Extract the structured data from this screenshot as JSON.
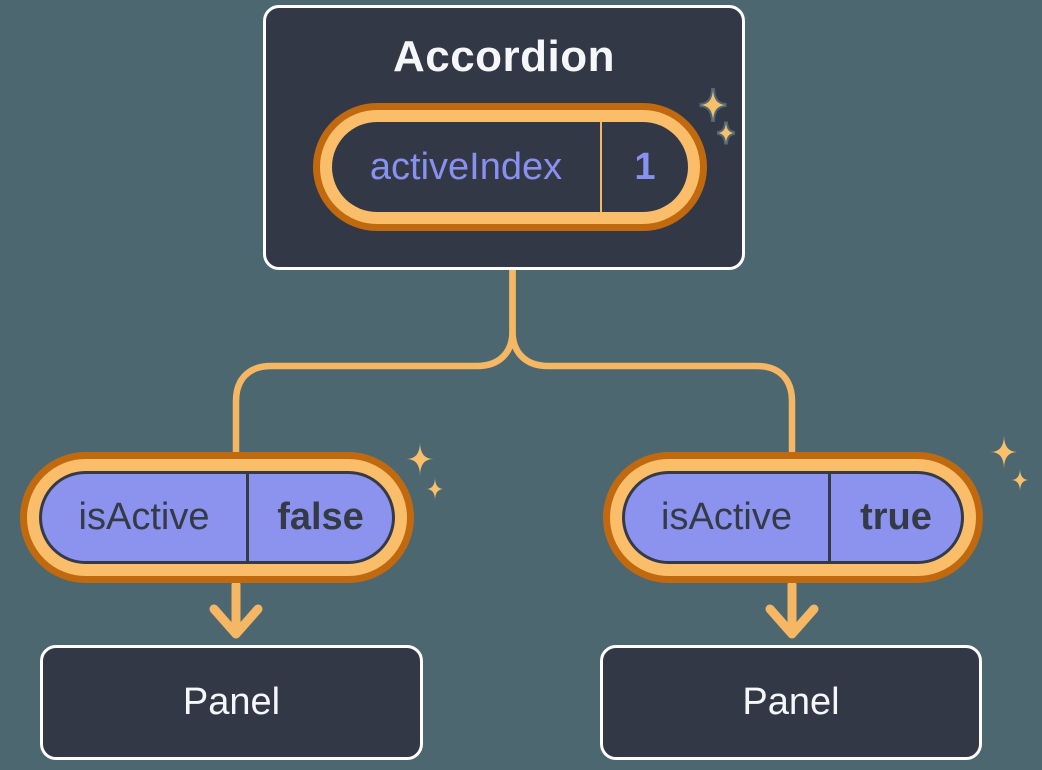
{
  "colors": {
    "background": "#4C6770",
    "node_fill": "#323845",
    "node_border": "#FFFFFF",
    "ring_outer_orange": "#C1690F",
    "ring_inner_orange": "#FABD69",
    "connector_orange": "#F5B763",
    "sparkle_orange": "#F8BF6C",
    "pill_purple": "#8C93EE",
    "purple_text": "#8890F0",
    "dark_text": "#343A46",
    "light_text": "#F5F7FA"
  },
  "accordion": {
    "title": "Accordion",
    "state": {
      "name": "activeIndex",
      "value": "1"
    }
  },
  "children": [
    {
      "prop": {
        "name": "isActive",
        "value": "false"
      },
      "panel_label": "Panel"
    },
    {
      "prop": {
        "name": "isActive",
        "value": "true"
      },
      "panel_label": "Panel"
    }
  ],
  "icons": {
    "sparkle": "four-point-sparkle"
  }
}
